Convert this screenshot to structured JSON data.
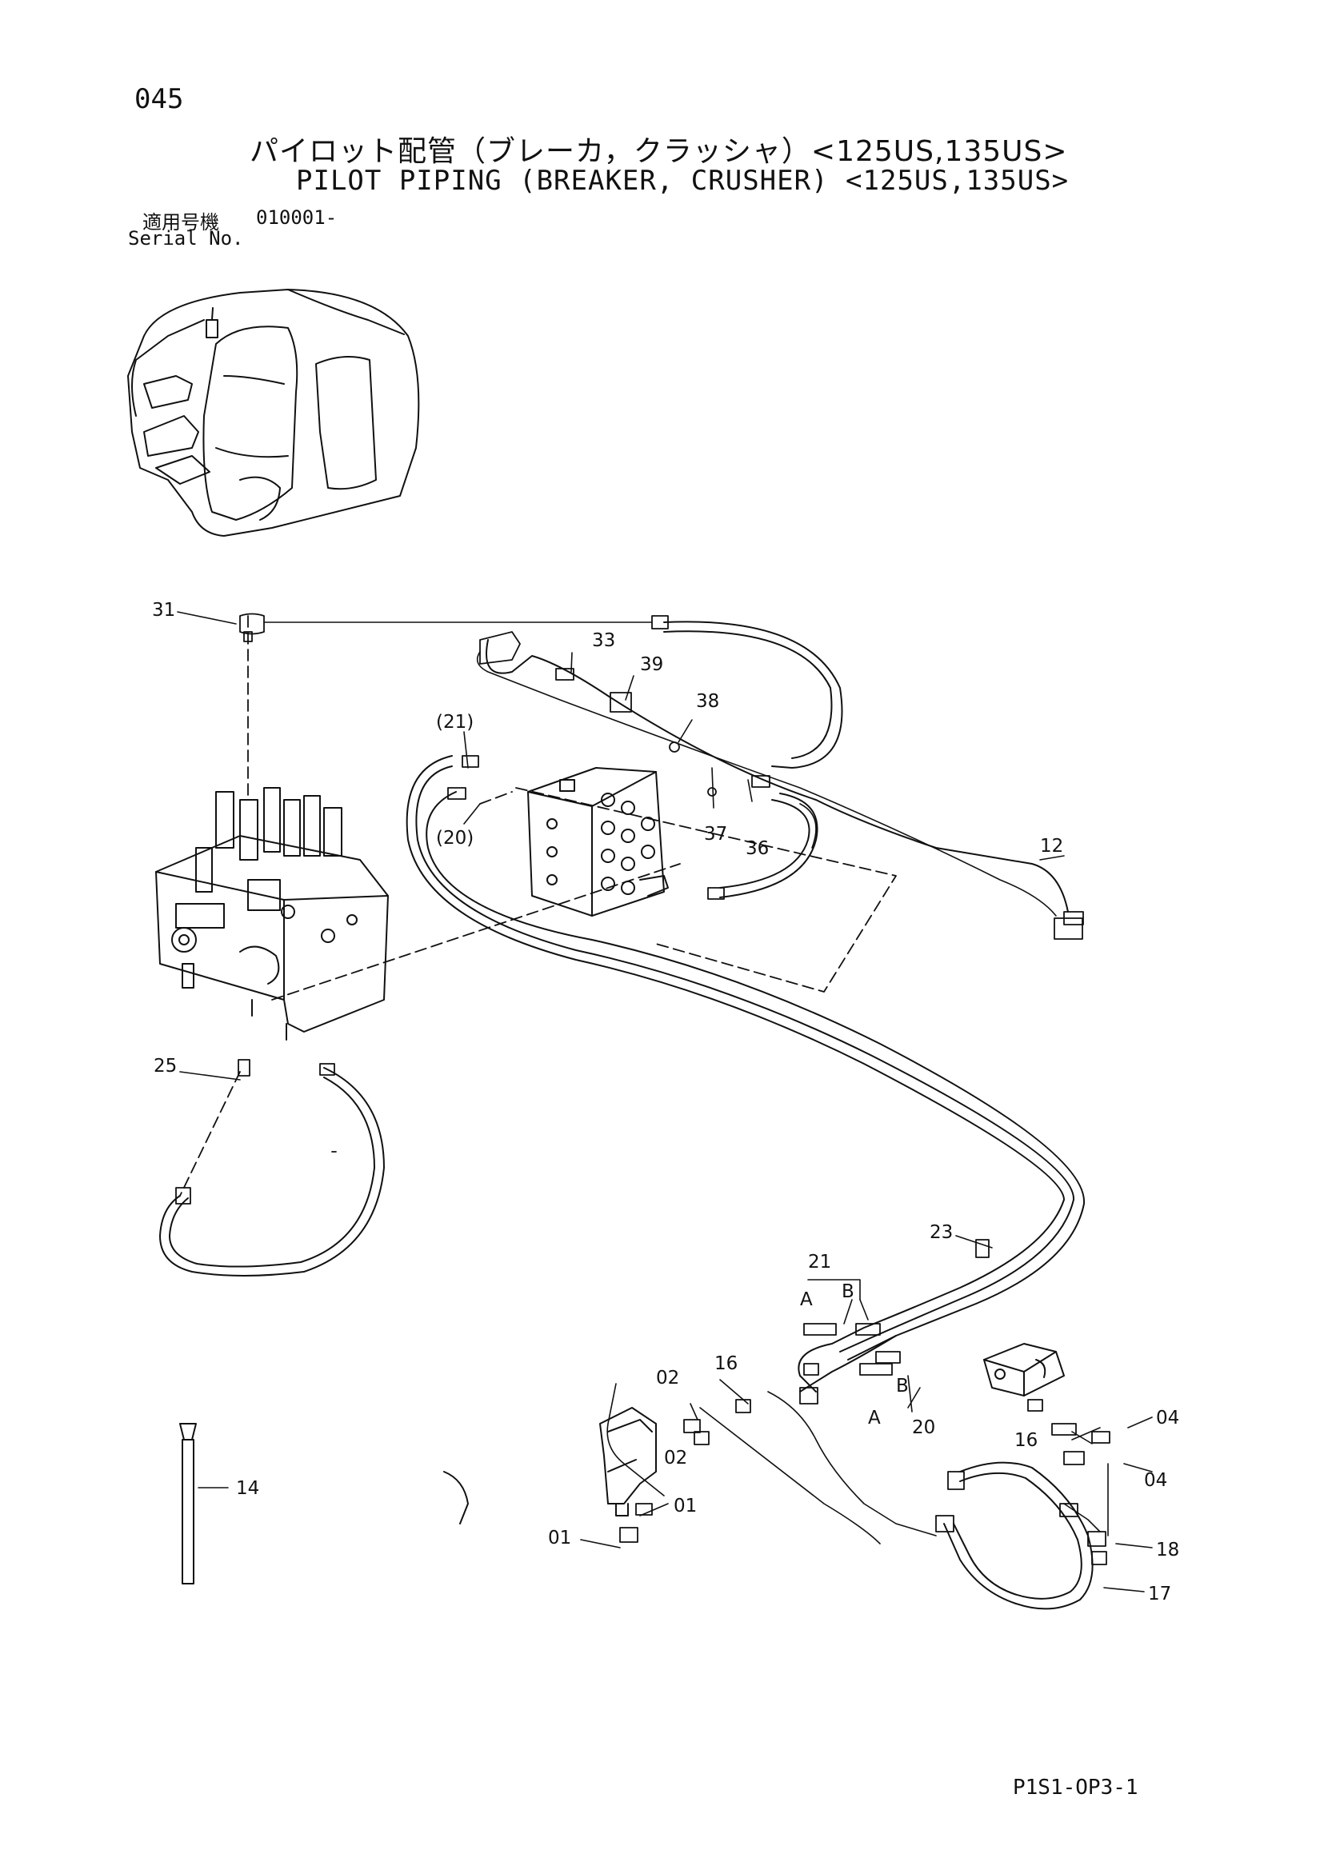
{
  "header": {
    "page_number": "045",
    "title_jp": "パイロット配管（ブレーカ，クラッシャ）<125US,135US>",
    "title_en": "PILOT PIPING (BREAKER, CRUSHER) <125US,135US>",
    "serial_label_jp": "適用号機",
    "serial_value": "010001-",
    "serial_label_en": "Serial No."
  },
  "callouts": [
    {
      "id": "c31",
      "label": "31"
    },
    {
      "id": "c33",
      "label": "33"
    },
    {
      "id": "c39",
      "label": "39"
    },
    {
      "id": "c38",
      "label": "38"
    },
    {
      "id": "c21p",
      "label": "(21)"
    },
    {
      "id": "c20p",
      "label": "(20)"
    },
    {
      "id": "c37",
      "label": "37"
    },
    {
      "id": "c36",
      "label": "36"
    },
    {
      "id": "c12",
      "label": "12"
    },
    {
      "id": "c25",
      "label": "25"
    },
    {
      "id": "c23",
      "label": "23"
    },
    {
      "id": "c21",
      "label": "21"
    },
    {
      "id": "cA1",
      "label": "A"
    },
    {
      "id": "cB1",
      "label": "B"
    },
    {
      "id": "c16a",
      "label": "16"
    },
    {
      "id": "c02a",
      "label": "02"
    },
    {
      "id": "cB2",
      "label": "B"
    },
    {
      "id": "cA2",
      "label": "A"
    },
    {
      "id": "c20",
      "label": "20"
    },
    {
      "id": "c04a",
      "label": "04"
    },
    {
      "id": "c16b",
      "label": "16"
    },
    {
      "id": "c04b",
      "label": "04"
    },
    {
      "id": "c02b",
      "label": "02"
    },
    {
      "id": "c14",
      "label": "14"
    },
    {
      "id": "c01a",
      "label": "01"
    },
    {
      "id": "c01b",
      "label": "01"
    },
    {
      "id": "c18",
      "label": "18"
    },
    {
      "id": "c17",
      "label": "17"
    }
  ],
  "footer": {
    "drawing_code": "P1S1-OP3-1"
  }
}
